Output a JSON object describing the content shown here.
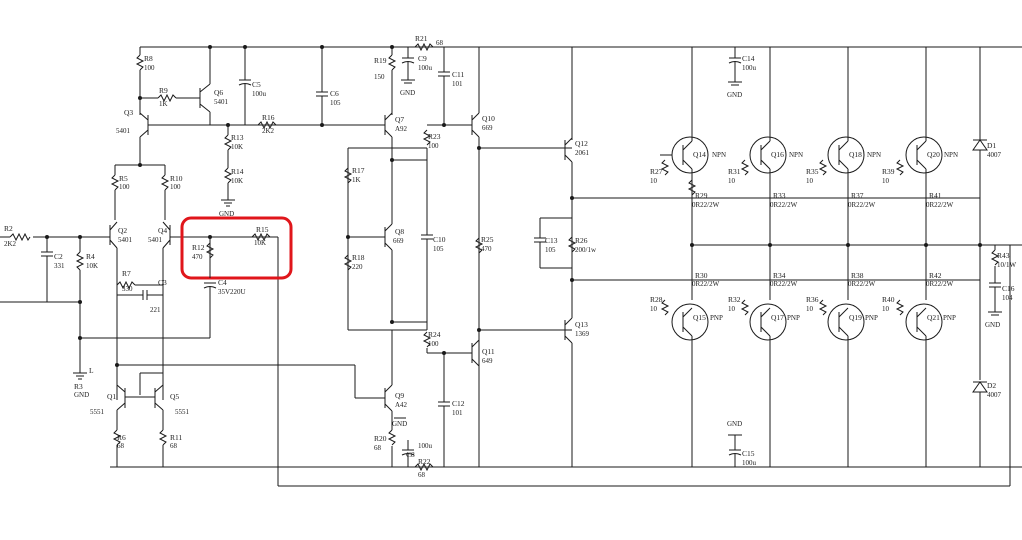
{
  "schematic": {
    "highlight_color": "#e0161b",
    "labels": {
      "r2": "R2",
      "r2v": "2K2",
      "c2": "C2",
      "c2v": "331",
      "r4": "R4",
      "r4v": "10K",
      "r3": "R3",
      "gnd_r3": "GND",
      "l": "L",
      "r5": "R5",
      "r5v": "100",
      "r10": "R10",
      "r10v": "100",
      "q2": "Q2",
      "q2v": "5401",
      "q4": "Q4",
      "q4v": "5401",
      "r7": "R7",
      "r7v": "330",
      "c3": "C3",
      "c3v": "221",
      "q1": "Q1",
      "q1v": "5551",
      "q5": "Q5",
      "q5v": "5551",
      "r6": "R6",
      "r6v": "68",
      "r11": "R11",
      "r11v": "68",
      "r8": "R8",
      "r8v": "100",
      "r9": "R9",
      "r9v": "1K",
      "q6": "Q6",
      "q6v": "5401",
      "q3": "Q3",
      "q3v": "5401",
      "c5": "C5",
      "c5v": "100u",
      "r13": "R13",
      "r13v": "10K",
      "r14": "R14",
      "r14v": "10K",
      "gnd_r14": "GND",
      "r16": "R16",
      "r16v": "2K2",
      "c6": "C6",
      "c6v": "105",
      "r12": "R12",
      "r12v": "470",
      "r15": "R15",
      "r15v": "10K",
      "c4": "C4",
      "c4v": "35V220U",
      "r19": "R19",
      "r19v": "150",
      "r21": "R21",
      "r21v": "68",
      "c9": "C9",
      "c9v": "100u",
      "gnd_c9": "GND",
      "c11": "C11",
      "c11v": "101",
      "q7": "Q7",
      "q7v": "A92",
      "r23": "R23",
      "r23v": "100",
      "r17": "R17",
      "r17v": "1K",
      "q8": "Q8",
      "q8v": "669",
      "r18": "R18",
      "r18v": "220",
      "c10": "C10",
      "c10v": "105",
      "r24": "R24",
      "r24v": "100",
      "q9": "Q9",
      "q9v": "A42",
      "gnd_q9": "GND",
      "r20": "R20",
      "r20v": "68",
      "c8": "C8",
      "c8v": "100u",
      "r22": "R22",
      "r22v": "68",
      "q10": "Q10",
      "q10v": "669",
      "q11": "Q11",
      "q11v": "649",
      "c12": "C12",
      "c12v": "101",
      "r25": "R25",
      "r25v": "470",
      "q12": "Q12",
      "q12v": "2061",
      "q13": "Q13",
      "q13v": "1369",
      "c13": "C13",
      "c13v": "105",
      "r26": "R26",
      "r26v": "200/1w",
      "c14": "C14",
      "c14v": "100u",
      "gnd_c14": "GND",
      "c15": "C15",
      "c15v": "100u",
      "gnd_c15": "GND",
      "q14": "Q14",
      "q16": "Q16",
      "q18": "Q18",
      "q20": "Q20",
      "npn": "NPN",
      "q15": "Q15",
      "q17": "Q17",
      "q19": "Q19",
      "q21": "Q21",
      "pnp": "PNP",
      "r27": "R27",
      "r31": "R31",
      "r35": "R35",
      "r39": "R39",
      "r28": "R28",
      "r32": "R32",
      "r36": "R36",
      "r40": "R40",
      "ten": "10",
      "r29": "R29",
      "r33": "R33",
      "r37": "R37",
      "r41": "R41",
      "r30": "R30",
      "r34": "R34",
      "r38": "R38",
      "r42": "R42",
      "r022": "0R22/2W",
      "d1": "D1",
      "d1v": "4007",
      "d2": "D2",
      "d2v": "4007",
      "r43": "R43",
      "r43v": "10/1W",
      "c16": "C16",
      "c16v": "104",
      "gnd_c16": "GND"
    }
  }
}
